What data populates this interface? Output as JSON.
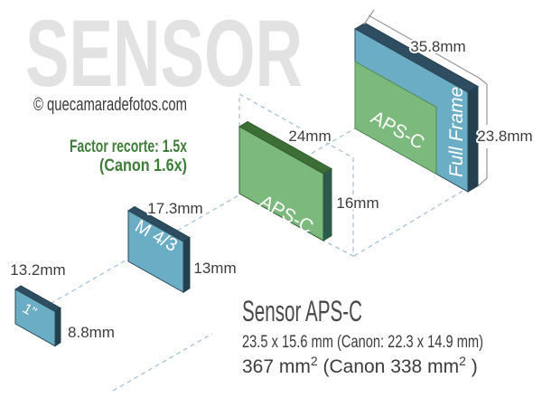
{
  "watermark": "SENSOR",
  "copyright": "© quecamaradefotos.com",
  "crop_factor": {
    "line1": "Factor recorte: 1.5x",
    "line2": "(Canon 1.6x)"
  },
  "sensors": {
    "one_inch": {
      "label": "1\"",
      "width": "13.2mm",
      "height": "8.8mm"
    },
    "micro43": {
      "label": "M 4/3",
      "width": "17.3mm",
      "height": "13mm"
    },
    "apsc": {
      "label": "APS-C",
      "width": "24mm",
      "height": "16mm"
    },
    "fullframe": {
      "label": "Full Frame",
      "overlay": "APS-C",
      "width": "35.8mm",
      "height": "23.8mm"
    }
  },
  "info": {
    "title": "Sensor APS-C",
    "size_line": "23.5 x 15.6 mm  (Canon: 22.3 x 14.9 mm)",
    "area": {
      "base1": "367 mm",
      "sup1": "2",
      "base2": "  (Canon 338 mm",
      "sup2": "2",
      "base3": " )"
    }
  },
  "colors": {
    "blue_face": "#6CADC6",
    "blue_edge_top": "#2E4D60",
    "blue_edge_side": "#24404F",
    "green_face": "#7CB97C",
    "green_edge_top": "#3C6E36",
    "green_edge_side": "#2A5A50",
    "accent_text_green": "#3F7D3B",
    "dashed_line": "#A6C3DA",
    "dimension_line": "#999999",
    "text_dark": "#3C3C3C",
    "watermark_gray": "#E2E2E2"
  }
}
